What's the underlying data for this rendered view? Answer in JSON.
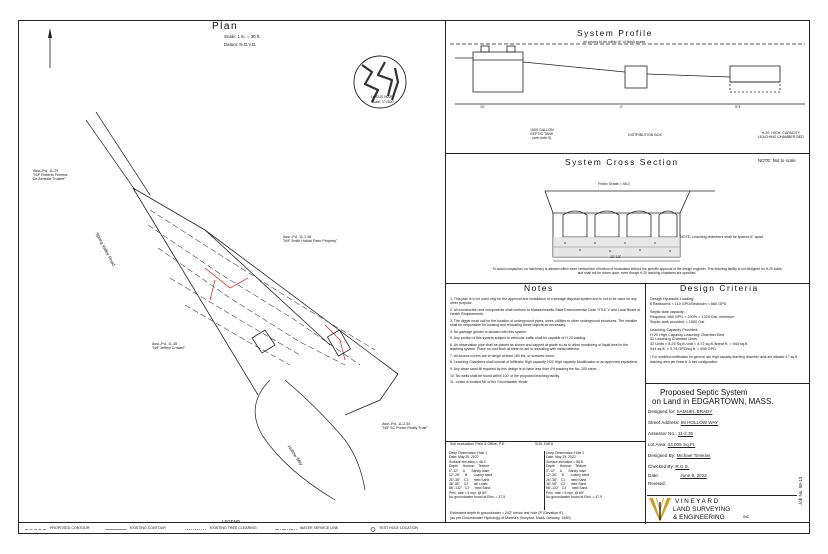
{
  "plan": {
    "title": "Plan",
    "scale": "Scale: 1 in. = 30 ft.",
    "datum": "Datum: N.G.V.D.",
    "locus_title": "LOCUS MAP",
    "locus_scale": "Scale: 1\"=500'",
    "parcels": [
      {
        "label": "Assr.-Pcl. 11-29\n\"N/F Roberto Ferreira\nDe Almeida Trustee\""
      },
      {
        "label": "Assr.-Pcl. 11-2.38\n\"N/F Smith Hollow Farm Property\""
      },
      {
        "label": "Assr.-Pcl. 11-35\n\"N/F Jeffrey Crowell\""
      },
      {
        "label": "Assr.-Pcl. 11-2.34\n\"N/F SC Prince Realty Trust\""
      }
    ],
    "roads": [
      "Spring Valley Road",
      "Hollow Way"
    ]
  },
  "profile": {
    "title": "System  Profile",
    "tank_label": "1500 GALLON\nSEPTIC TANK\n(see note 5)",
    "dbox_label": "DISTRIBUTION  BOX",
    "chamber_label": "H-20  HIGH  CAPACITY\nLEACHING CHAMBER BED",
    "cover_note": "all covers to be within 6\" of finish grade",
    "dims": [
      "10'",
      "2'",
      "5'/1'"
    ]
  },
  "cross": {
    "title": "System   Cross   Section",
    "note": "NOTE: Not to scale",
    "finish_grade": "Finish Grade = 48.0",
    "chamber_note": "NOTE: Leaching chambers shall be spaced 6\" apart.",
    "width_dim": "12'-10\"",
    "caption": "To avoid compaction, no machinery is allowed within three vertical feet of bottom of excavation without the specific approval of the design engineer. This leaching facility is not designed for H-20 loads and shall not be driven upon, even though H-20 leaching chambers are specified."
  },
  "notes": {
    "title": "Notes",
    "items": [
      "1. This plan is to be used only for the approval and installation of a sewage disposal system and is not to be used for any other purpose.",
      "2. All construction and components shall conform to Massachusetts State Environmental Code TITLE V and Local Board of Health Requirements.",
      "3. The digger must call for the location of underground pipes, wires, utilities or other underground structures. The installer shall be responsible for locating and relocating these objects as necessary.",
      "4. No garbage grinder is allowed with this system.",
      "5. Any portion of this system subject to vehicular traffic shall be capable of H-20 loading.",
      "6. An observation pipe shall be placed as shown and capped at grade so as to allow monitoring of liquid level in the leaching system. Place no-rust flush at mesh to aid in relocating with metal detector.",
      "7. All access covers are to weigh at least 180 lbs. or screwed down.",
      "8. Leaching Chambers shall consist of Infiltrator High capacity, H20 High capacity Modification or an approved equivalent.",
      "9. Any clean sand fill required by this design is to have less than 4% passing the No. 200 sieve.",
      "10. No wells shall be found within 100' of the proposed leaching facility.",
      "11. Lease is located 56' of the Groundwater divide."
    ]
  },
  "criteria": {
    "title": "Design   Criteria",
    "lines": [
      "Design Hydraulic Loading:",
      "6 Bedrooms × 110 GPD/Bedroom = 660 GPD",
      "",
      "Septic tank capacity:",
      "Required: 660 GPD × 200% = 1320 Gal. minimum",
      "Septic tank provided = 1500 Gal.",
      "",
      "Leaching Capacity Provided:",
      "H-20 High Capacity Leaching Chamber Bed",
      "32 Leaching Chamber Units",
      "32 Units × 8.25 Sq.ft./unit = 4.72 sq.ft./linear ft. = 944 sq.ft.",
      "944 sq.ft. × 0.74 GPD/sq.ft. = 698 GPD",
      "",
      "* For modified certification for general use High capacity leaching chamber units are allowed 4.7 sq.ft. leaching area per lineal ft. & bed configuration."
    ]
  },
  "titleblock": {
    "title1": "Proposed Septic System",
    "title2": "on Land in EDGARTOWN, MASS.",
    "rows": [
      {
        "label": "Designed for:",
        "value": "SAMUEL BRADY"
      },
      {
        "label": "Street Address:",
        "value": "69 HOLLOW WAY"
      },
      {
        "label": "Assessor No.:",
        "value": "11-2.35"
      },
      {
        "label": "Lot Area:",
        "value": "44,005 Sq.Ft."
      },
      {
        "label": "Designed By:",
        "value": "Michael Tomkins"
      },
      {
        "label": "Checked By:",
        "value": "R.G.S."
      },
      {
        "label": "Date:",
        "value": "June 9, 2022"
      },
      {
        "label": "Revised:",
        "value": ""
      }
    ],
    "company": {
      "line1": "VINEYARD",
      "line2": "LAND SURVEYING",
      "line3": "& ENGINEERING",
      "suffix": "INC."
    },
    "job_no": "Job No. 08-13"
  },
  "soil": {
    "heading": "Soil evaluation: Field & Office, P.E.",
    "heading2": "SOIL   DATA",
    "obs": [
      {
        "title": "Deep Observation Hole 1",
        "date": "Date: May 25, 2022",
        "surface": "Surface elevation = 48.4",
        "header": "Depth     Horizon    Texture",
        "rows": [
          "0\"-12\"     A       Sandy loam",
          "12\"-26\"     B       Loamy sand",
          "26\"-38\"    C1      med Sand",
          "38\"-86\"    C2      silt Loam",
          "86\"-132\"   C3      med Sand"
        ],
        "perc": "Perc. rate < 5 mpi, @ 84\"",
        "gw": "No groundwater found at Elev. = 37.5"
      },
      {
        "title": "Deep Observation Hole 2",
        "date": "Date: May 25, 2022",
        "surface": "Surface elevation = 58.8",
        "header": "Depth     Horizon    Texture",
        "rows": [
          "0\"-12\"     A       Sandy loam",
          "12\"-26\"     B       Loamy sand",
          "26\"-38\"    C1      med Sand",
          "38\"-98\"    C2      med Sand",
          "98\"-132\"   C3      med Sand"
        ],
        "perc": "Perc. rate < 5 mpi, @ 86\"",
        "gw": "No groundwater found at Elev. = 47.9"
      }
    ],
    "footer1": "Estimated depth to groundwater = 242\" below test hole (P. Elevation 6')",
    "footer2": "(as per Groundwater Hydrology of Martha's Vineyard, Mass. Delaney, 1980)"
  },
  "legend": {
    "title": "LEGEND",
    "items": [
      "PROPOSED CONTOUR",
      "EXISTING CONTOUR",
      "EXISTING TREE CLEARING",
      "WATER SERVICE LINE",
      "TEST HOLE LOCATION"
    ]
  }
}
